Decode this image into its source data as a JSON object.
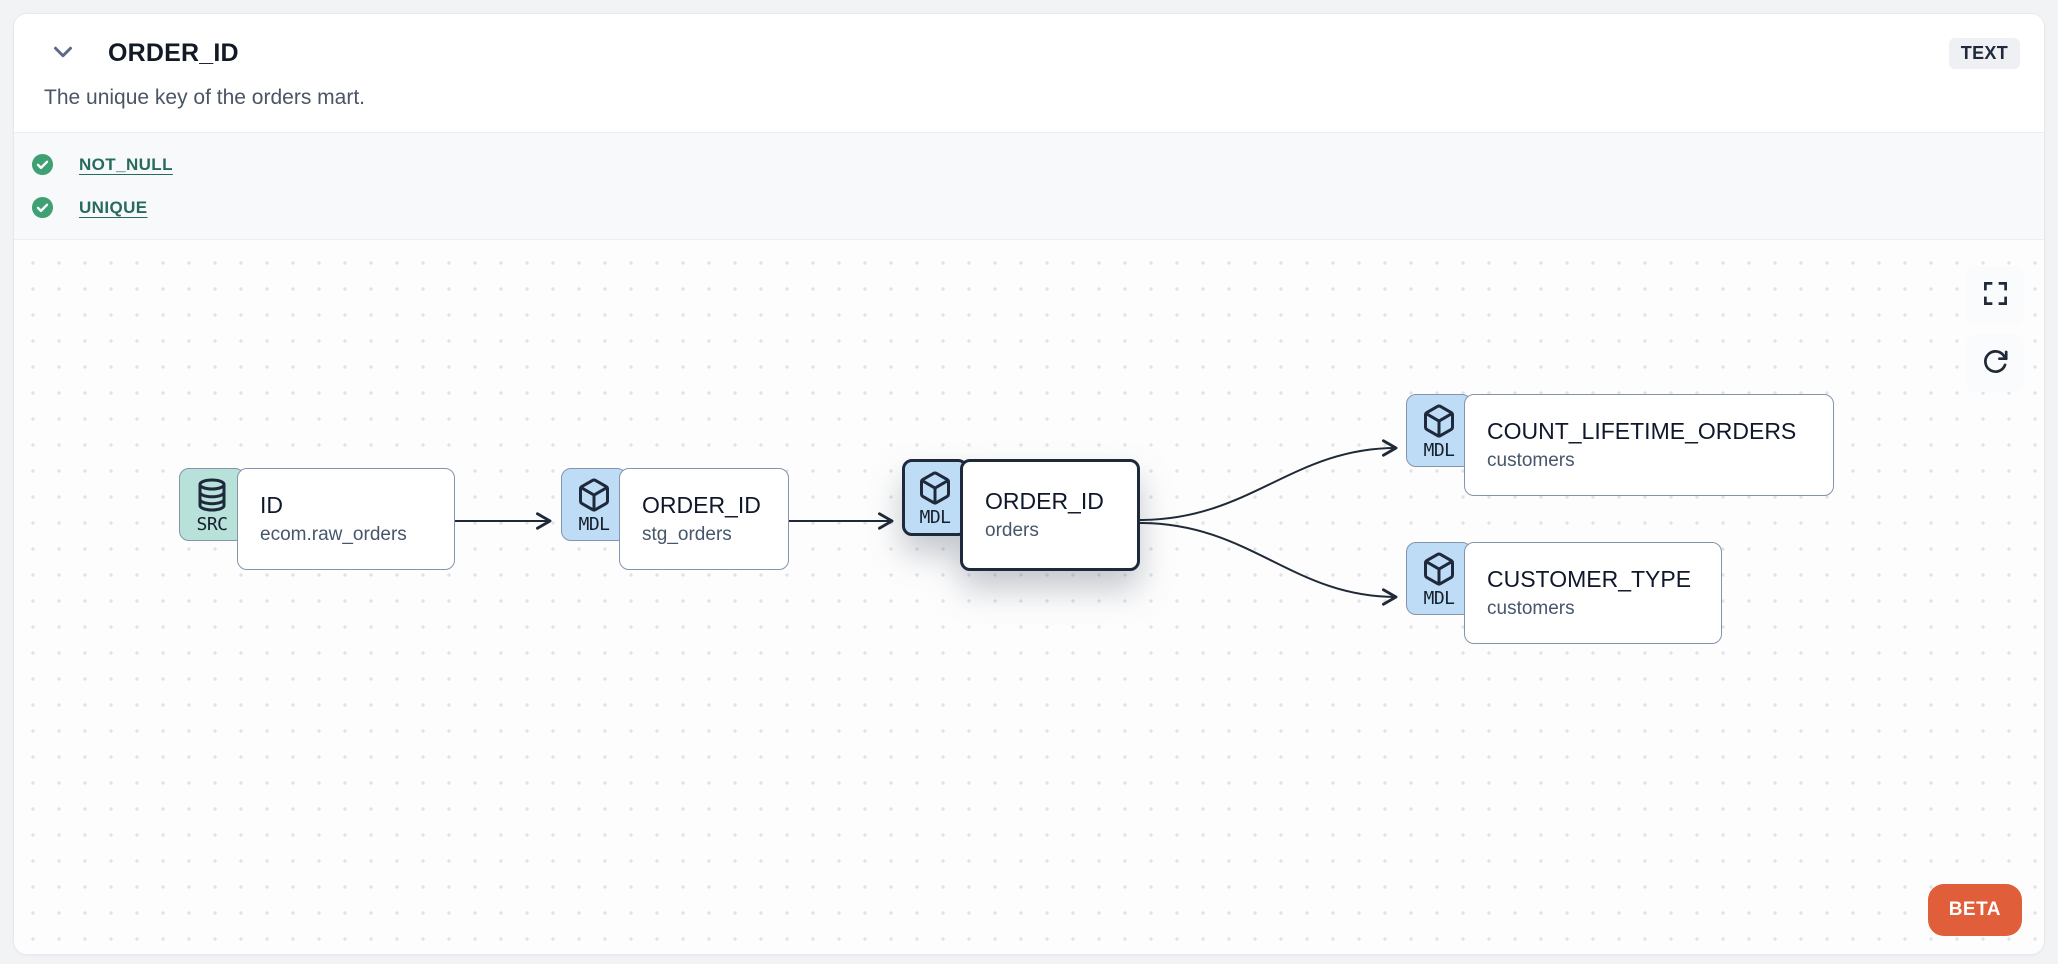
{
  "header": {
    "title": "ORDER_ID",
    "type_badge": "TEXT",
    "description": "The unique key of the orders mart."
  },
  "tests": {
    "items": [
      {
        "label": "NOT_NULL",
        "status": "passed"
      },
      {
        "label": "UNIQUE",
        "status": "passed"
      }
    ]
  },
  "lineage": {
    "nodes": [
      {
        "kind": "SRC",
        "icon": "database-icon",
        "title": "ID",
        "subtitle": "ecom.raw_orders",
        "selected": false
      },
      {
        "kind": "MDL",
        "icon": "box-icon",
        "title": "ORDER_ID",
        "subtitle": "stg_orders",
        "selected": false
      },
      {
        "kind": "MDL",
        "icon": "box-icon",
        "title": "ORDER_ID",
        "subtitle": "orders",
        "selected": true
      },
      {
        "kind": "MDL",
        "icon": "box-icon",
        "title": "COUNT_LIFETIME_ORDERS",
        "subtitle": "customers",
        "selected": false
      },
      {
        "kind": "MDL",
        "icon": "box-icon",
        "title": "CUSTOMER_TYPE",
        "subtitle": "customers",
        "selected": false
      }
    ],
    "beta_label": "BETA"
  },
  "colors": {
    "accent_orange": "#e05e39",
    "src_badge_bg": "#b7e1d9",
    "mdl_badge_bg": "#bfdcf6",
    "check_green": "#3fa173",
    "test_link": "#266b5e",
    "selected_border": "#1e293b",
    "edge": "#1f2937"
  }
}
